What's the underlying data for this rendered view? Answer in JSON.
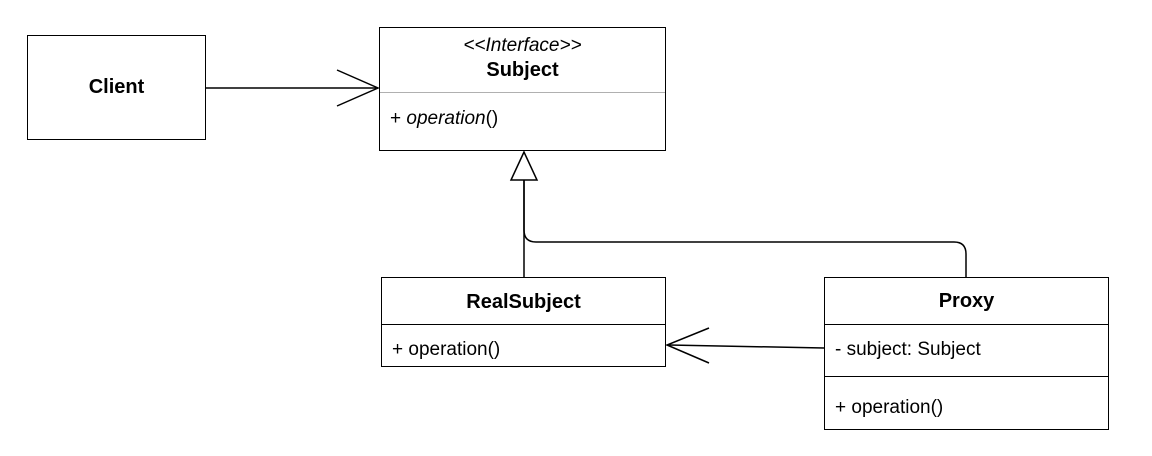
{
  "diagram": {
    "client": {
      "name": "Client"
    },
    "subject": {
      "stereotype": "<<Interface>>",
      "name": "Subject",
      "operation_prefix": "+ ",
      "operation_name": "operation",
      "operation_suffix": "()"
    },
    "real_subject": {
      "name": "RealSubject",
      "operation": "+ operation()"
    },
    "proxy": {
      "name": "Proxy",
      "attribute": "- subject: Subject",
      "operation": "+ operation()"
    },
    "relations": [
      {
        "from": "Client",
        "to": "Subject",
        "type": "association"
      },
      {
        "from": "RealSubject",
        "to": "Subject",
        "type": "realization"
      },
      {
        "from": "Proxy",
        "to": "Subject",
        "type": "realization"
      },
      {
        "from": "Proxy",
        "to": "RealSubject",
        "type": "association"
      }
    ]
  }
}
